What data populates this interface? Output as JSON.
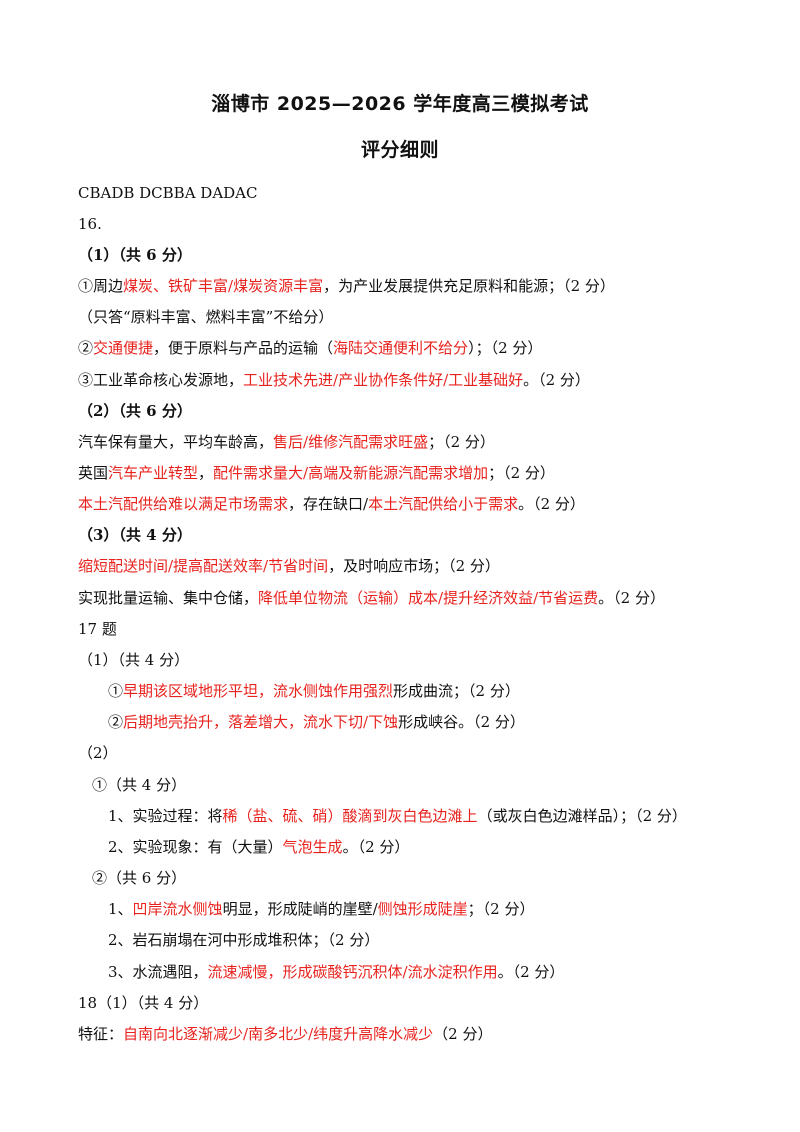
{
  "header": {
    "title": "淄博市 2025—2026 学年度高三模拟考试",
    "subtitle": "评分细则"
  },
  "lines": [
    {
      "bold": false,
      "segs": [
        {
          "t": "CBADB   DCBBA DADAC",
          "red": false
        }
      ]
    },
    {
      "bold": false,
      "segs": [
        {
          "t": "16.",
          "red": false
        }
      ]
    },
    {
      "bold": true,
      "segs": [
        {
          "t": "（1）（共 6 分）",
          "red": false
        }
      ]
    },
    {
      "bold": false,
      "segs": [
        {
          "t": "①周边",
          "red": false
        },
        {
          "t": "煤炭、铁矿丰富/煤炭资源丰富",
          "red": true
        },
        {
          "t": "，为产业发展提供充足原料和能源；（2 分）",
          "red": false
        }
      ]
    },
    {
      "bold": false,
      "segs": [
        {
          "t": "（只答“原料丰富、燃料丰富”不给分）",
          "red": false
        }
      ]
    },
    {
      "bold": false,
      "segs": [
        {
          "t": "②",
          "red": false
        },
        {
          "t": "交通便捷",
          "red": true
        },
        {
          "t": "，便于原料与产品的运输（",
          "red": false
        },
        {
          "t": "海陆交通便利不给分",
          "red": true
        },
        {
          "t": "）；（2 分）",
          "red": false
        }
      ]
    },
    {
      "bold": false,
      "segs": [
        {
          "t": "③工业革命核心发源地，",
          "red": false
        },
        {
          "t": "工业技术先进/产业协作条件好/工业基础好",
          "red": true
        },
        {
          "t": "。（2 分）",
          "red": false
        }
      ]
    },
    {
      "bold": true,
      "segs": [
        {
          "t": "（2）（共 6 分）",
          "red": false
        }
      ]
    },
    {
      "bold": false,
      "segs": [
        {
          "t": "汽车保有量大，平均车龄高，",
          "red": false
        },
        {
          "t": "售后/维修汽配需求旺盛",
          "red": true
        },
        {
          "t": "；（2 分）",
          "red": false
        }
      ]
    },
    {
      "bold": false,
      "segs": [
        {
          "t": "英国",
          "red": false
        },
        {
          "t": "汽车产业转型",
          "red": true
        },
        {
          "t": "，",
          "red": false
        },
        {
          "t": "配件需求量大/高端及新能源汽配需求增加",
          "red": true
        },
        {
          "t": "；（2 分）",
          "red": false
        }
      ]
    },
    {
      "bold": false,
      "segs": [
        {
          "t": "本土汽配供给难以满足市场需求",
          "red": true
        },
        {
          "t": "，存在缺口/",
          "red": false
        },
        {
          "t": "本土汽配供给小于需求",
          "red": true
        },
        {
          "t": "。（2 分）",
          "red": false
        }
      ]
    },
    {
      "bold": true,
      "segs": [
        {
          "t": "（3）（共 4 分）",
          "red": false
        }
      ]
    },
    {
      "bold": false,
      "segs": [
        {
          "t": "缩短配送时间/提高配送效率/节省时间",
          "red": true
        },
        {
          "t": "，及时响应市场；（2 分）",
          "red": false
        }
      ]
    },
    {
      "bold": false,
      "segs": [
        {
          "t": "实现批量运输、集中仓储，",
          "red": false
        },
        {
          "t": "降低单位物流（运输）成本/提升经济效益/节省运费",
          "red": true
        },
        {
          "t": "。（2 分）",
          "red": false
        }
      ]
    },
    {
      "bold": false,
      "segs": [
        {
          "t": "17 题",
          "red": false
        }
      ]
    },
    {
      "bold": false,
      "segs": [
        {
          "t": "（1）（共 4 分）",
          "red": false
        }
      ]
    },
    {
      "bold": false,
      "segs": [
        {
          "t": "①",
          "red": false
        },
        {
          "t": "早期该区域地形平坦，流水侧蚀作用强烈",
          "red": true
        },
        {
          "t": "形成曲流；（2 分）",
          "red": false
        }
      ]
    },
    {
      "bold": false,
      "segs": [
        {
          "t": "②",
          "red": false
        },
        {
          "t": "后期地壳抬升，落差增大，流水下切/下蚀",
          "red": true
        },
        {
          "t": "形成峡谷。（2 分）",
          "red": false
        }
      ]
    },
    {
      "bold": false,
      "segs": [
        {
          "t": "（2）",
          "red": false
        }
      ]
    },
    {
      "bold": false,
      "segs": [
        {
          "t": "①（共 4 分）",
          "red": false
        }
      ]
    },
    {
      "bold": false,
      "segs": [
        {
          "t": "1、实验过程：将",
          "red": false
        },
        {
          "t": "稀（盐、硫、硝）酸滴到灰白色边滩上",
          "red": true
        },
        {
          "t": "（或灰白色边滩样品）；（2 分）",
          "red": false
        }
      ]
    },
    {
      "bold": false,
      "segs": [
        {
          "t": "2、实验现象：有（大量）",
          "red": false
        },
        {
          "t": "气泡生成",
          "red": true
        },
        {
          "t": "。（2 分）",
          "red": false
        }
      ]
    },
    {
      "bold": false,
      "segs": [
        {
          "t": "②（共 6 分）",
          "red": false
        }
      ]
    },
    {
      "bold": false,
      "segs": [
        {
          "t": "1、",
          "red": false
        },
        {
          "t": "凹岸流水侧蚀",
          "red": true
        },
        {
          "t": "明显，形成陡峭的崖壁/",
          "red": false
        },
        {
          "t": "侧蚀形成陡崖",
          "red": true
        },
        {
          "t": "；（2 分）",
          "red": false
        }
      ]
    },
    {
      "bold": false,
      "segs": [
        {
          "t": "2、岩石崩塌在河中形成堆积体；（2 分）",
          "red": false
        }
      ]
    },
    {
      "bold": false,
      "segs": [
        {
          "t": "3、水流遇阻，",
          "red": false
        },
        {
          "t": "流速减慢，形成碳酸钙沉积体/流水淀积作用",
          "red": true
        },
        {
          "t": "。（2 分）",
          "red": false
        }
      ]
    },
    {
      "bold": false,
      "segs": [
        {
          "t": "18（1）（共 4 分）",
          "red": false
        }
      ]
    },
    {
      "bold": false,
      "segs": [
        {
          "t": "特征：",
          "red": false
        },
        {
          "t": "自南向北逐渐减少/南多北少/纬度升高降水减少",
          "red": true
        },
        {
          "t": "（2 分）",
          "red": false
        }
      ]
    }
  ],
  "colors": {
    "red": "#e8231e",
    "text": "#111111"
  }
}
